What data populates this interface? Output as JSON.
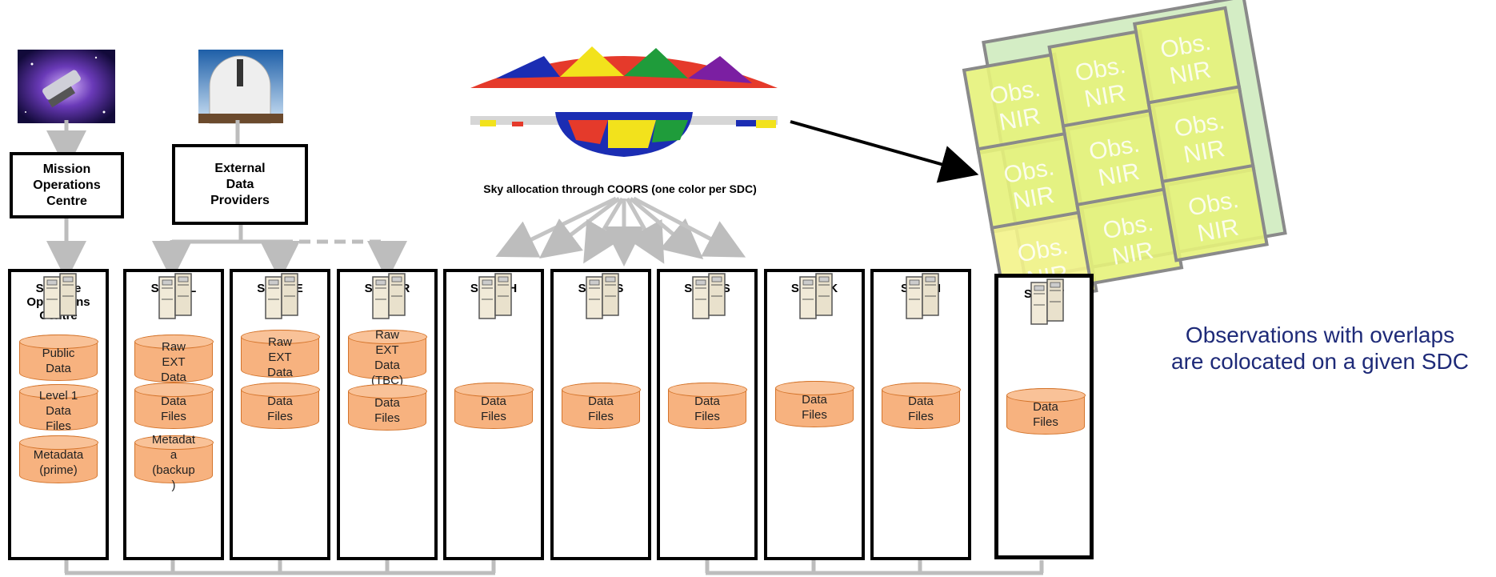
{
  "top_boxes": {
    "moc": "Mission\nOperations\nCentre",
    "edp": "External\nData\nProviders"
  },
  "sky_caption": "Sky allocation through COORS (one color per SDC)",
  "observations_note": "Observations with overlaps\nare colocated on a given SDC",
  "tile_label_line1": "Obs.",
  "tile_label_line2": "NIR",
  "columns": [
    {
      "title": "Science\nOperations\nCentre",
      "cylinders": [
        "Public\nData",
        "Level 1\nData\nFiles",
        "Metadata\n(prime)"
      ]
    },
    {
      "title": "SDC-NL",
      "cylinders": [
        "Raw\nEXT\nData",
        "Data\nFiles",
        "Metadat\na\n(backup\n)"
      ]
    },
    {
      "title": "SDC-DE",
      "cylinders": [
        "Raw\nEXT\nData",
        "Data\nFiles"
      ]
    },
    {
      "title": "SDC-FR",
      "cylinders": [
        "Raw\nEXT\nData\n(TBC)",
        "Data\nFiles"
      ]
    },
    {
      "title": "SDC-CH",
      "cylinders": [
        "Data\nFiles"
      ]
    },
    {
      "title": "SDC-ES",
      "cylinders": [
        "Data\nFiles"
      ]
    },
    {
      "title": "SDC-US",
      "cylinders": [
        "Data\nFiles"
      ]
    },
    {
      "title": "SDC-UK",
      "cylinders": [
        "Data\nFiles"
      ]
    },
    {
      "title": "SDC-FI",
      "cylinders": [
        "Data\nFiles"
      ]
    },
    {
      "title": "SDC-IT",
      "cylinders": [
        "Data\nFiles"
      ]
    }
  ]
}
